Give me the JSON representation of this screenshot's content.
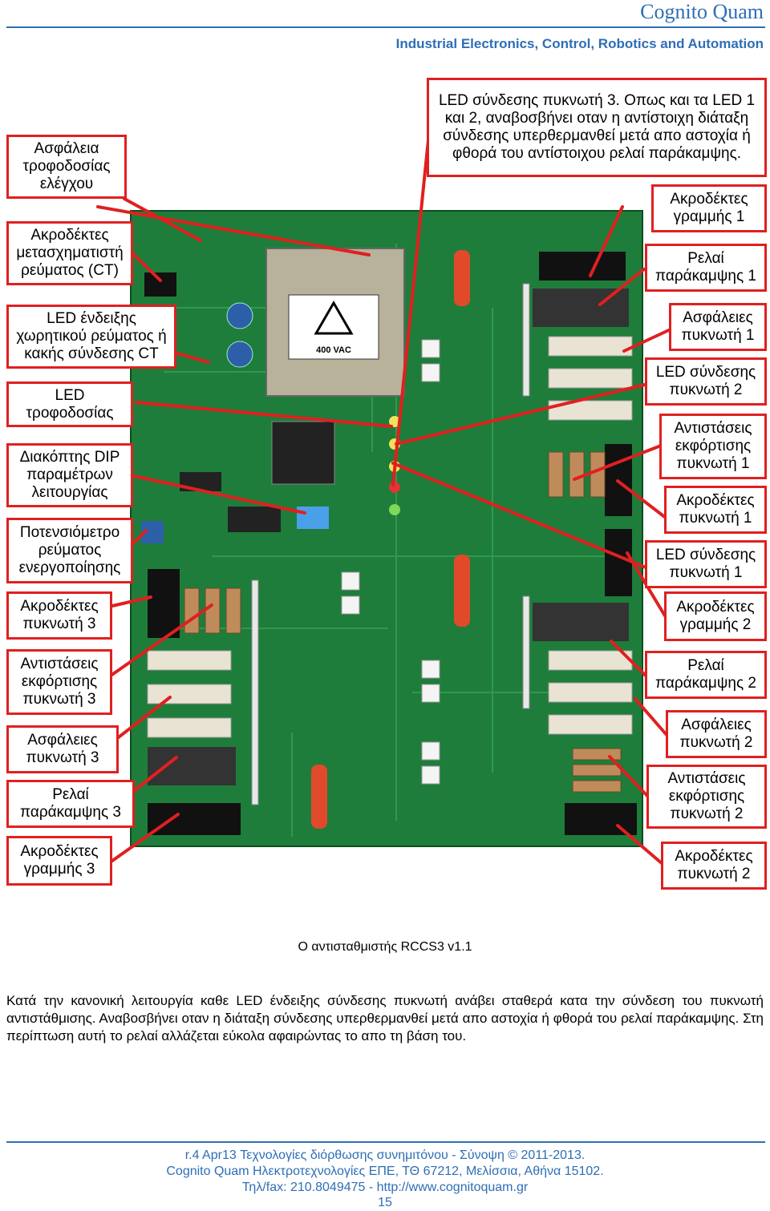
{
  "header": {
    "brand": "Cognito Quam",
    "subtitle": "Industrial Electronics, Control, Robotics and Automation"
  },
  "board": {
    "transformer_label": "400 VAC"
  },
  "labels": {
    "top_center": "LED σύνδεσης πυκνωτή 3. Οπως και τα LED 1 και 2, αναβοσβήνει οταν η αντίστοιχη διάταξη σύνδεσης υπερθερμανθεί μετά απο αστοχία ή φθορά του αντίστοιχου ρελαί παράκαμψης.",
    "left": [
      "Ασφάλεια τροφοδοσίας ελέγχου",
      "Ακροδέκτες μετασχηματιστή ρεύματος (CT)",
      "LED ένδειξης χωρητικού ρεύματος ή κακής σύνδεσης CT",
      "LED τροφοδοσίας",
      "Διακόπτης DIP παραμέτρων λειτουργίας",
      "Ποτενσιόμετρο ρεύματος ενεργοποίησης",
      "Ακροδέκτες πυκνωτή 3",
      "Αντιστάσεις εκφόρτισης πυκνωτή 3",
      "Ασφάλειες πυκνωτή 3",
      "Ρελαί παράκαμψης 3",
      "Ακροδέκτες γραμμής 3"
    ],
    "right": [
      "Ακροδέκτες γραμμής 1",
      "Ρελαί παράκαμψης 1",
      "Ασφάλειες πυκνωτή 1",
      "LED σύνδεσης πυκνωτή 2",
      "Αντιστάσεις εκφόρτισης πυκνωτή 1",
      "Ακροδέκτες πυκνωτή 1",
      "LED σύνδεσης πυκνωτή 1",
      "Ακροδέκτες γραμμής 2",
      "Ρελαί παράκαμψης 2",
      "Ασφάλειες πυκνωτή 2",
      "Αντιστάσεις εκφόρτισης πυκνωτή 2",
      "Ακροδέκτες πυκνωτή 2"
    ]
  },
  "caption": "Ο αντισταθμιστής RCCS3 v1.1",
  "paragraph": "Κατά την κανονική λειτουργία καθε LED ένδειξης σύνδεσης πυκνωτή ανάβει σταθερά κατα την σύνδεση του πυκνωτή αντιστάθμισης. Αναβοσβήνει οταν η διάταξη σύνδεσης υπερθερμανθεί μετά απο αστοχία ή φθορά του ρελαί παράκαμψης. Στη περίπτωση αυτή το ρελαί αλλάζεται εύκολα αφαιρώντας το απο τη βάση του.",
  "footer": {
    "line1": "r.4 Apr13 Τεχνολογίες διόρθωσης συνημιτόνου - Σύνοψη © 2011-2013.",
    "line2": "Cognito Quam Ηλεκτροτεχνολογίες ΕΠΕ, ΤΘ 67212, Μελίσσια, Αθήνα 15102.",
    "line3": "Τηλ/fax: 210.8049475 - http://www.cognitoquam.gr",
    "page": "15"
  }
}
